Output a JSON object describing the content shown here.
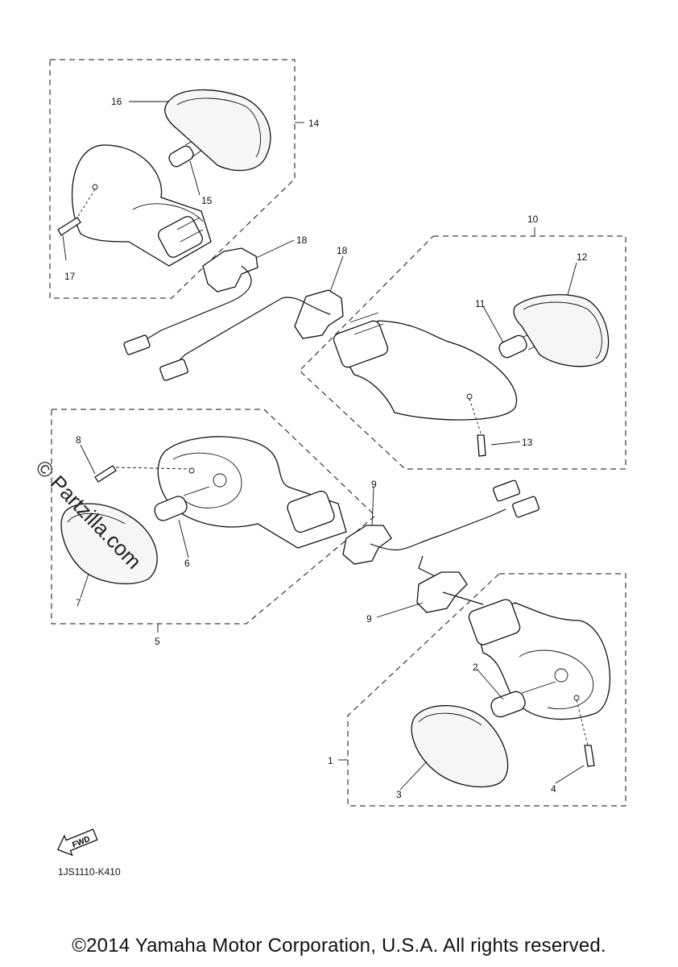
{
  "diagram": {
    "callouts": {
      "c1": "1",
      "c2": "2",
      "c3": "3",
      "c4": "4",
      "c5": "5",
      "c6": "6",
      "c7": "7",
      "c8": "8",
      "c9a": "9",
      "c9b": "9",
      "c10": "10",
      "c11": "11",
      "c12": "12",
      "c13": "13",
      "c14": "14",
      "c15": "15",
      "c16": "16",
      "c17": "17",
      "c18a": "18",
      "c18b": "18"
    },
    "fwd_label": "FWD",
    "code": "1JS1110-K410"
  },
  "watermark": "© Partzilla.com",
  "copyright": "©2014 Yamaha Motor Corporation, U.S.A. All rights reserved."
}
